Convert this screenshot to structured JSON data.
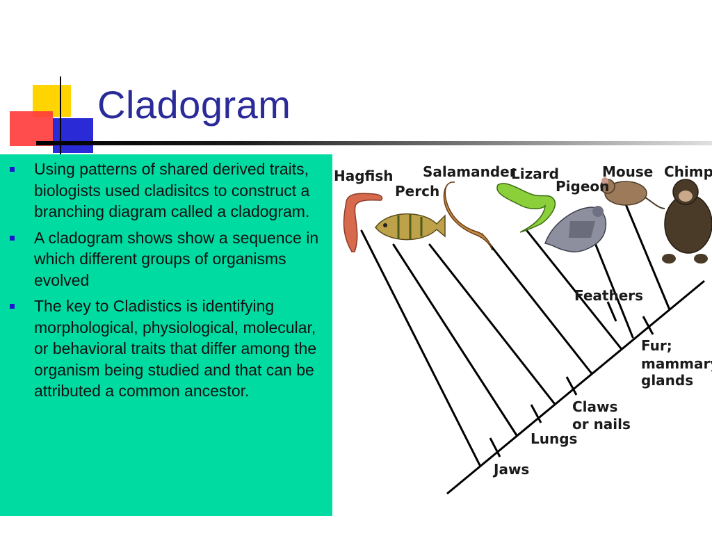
{
  "slide": {
    "title": "Cladogram",
    "bullets": [
      "Using patterns of shared derived traits, biologists used cladisitcs to construct a branching diagram called a cladogram.",
      "A cladogram shows show a sequence in which different groups of organisms evolved",
      "The key to Cladistics is identifying morphological, physiological, molecular, or behavioral traits that differ among the organism being studied and that can be attributed a common ancestor."
    ]
  },
  "cladogram": {
    "organisms": [
      "Hagfish",
      "Perch",
      "Salamander",
      "Lizard",
      "Pigeon",
      "Mouse",
      "Chimp"
    ],
    "traits": {
      "jaws": "Jaws",
      "lungs": "Lungs",
      "claws": [
        "Claws",
        "or nails"
      ],
      "feathers": "Feathers",
      "fur": [
        "Fur;",
        "mammary",
        "glands"
      ]
    }
  },
  "colors": {
    "title": "#2a2a99",
    "panel": "#00dba2",
    "bullet": "#1a1acc"
  }
}
